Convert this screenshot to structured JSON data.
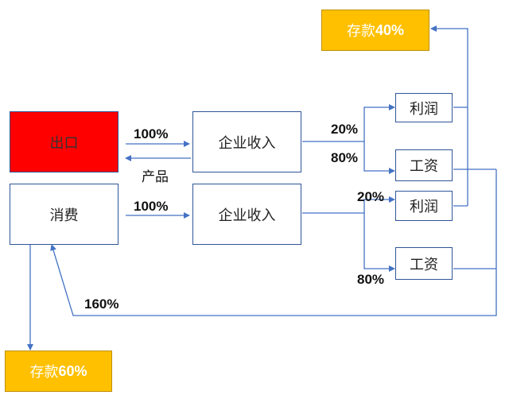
{
  "boxes": {
    "export": "出口",
    "consumption": "消费",
    "enterprise_income_top": "企业收入",
    "enterprise_income_bottom": "企业收入",
    "profit_top": "利润",
    "wage_top": "工资",
    "profit_bottom": "利润",
    "wage_bottom": "工资",
    "savings_40": {
      "label": "存款",
      "pct": "40%"
    },
    "savings_60": {
      "label": "存款",
      "pct": "60%"
    }
  },
  "edge_labels": {
    "export_to_income": "100%",
    "product": "产品",
    "consumption_to_income": "100%",
    "top_profit_share": "20%",
    "top_wage_share": "80%",
    "bottom_profit_share": "20%",
    "bottom_wage_share": "80%",
    "wage_to_consumption": "160%"
  },
  "colors": {
    "line": "#4472c4",
    "export_fill": "#ff0000",
    "savings_fill": "#ffc000"
  }
}
